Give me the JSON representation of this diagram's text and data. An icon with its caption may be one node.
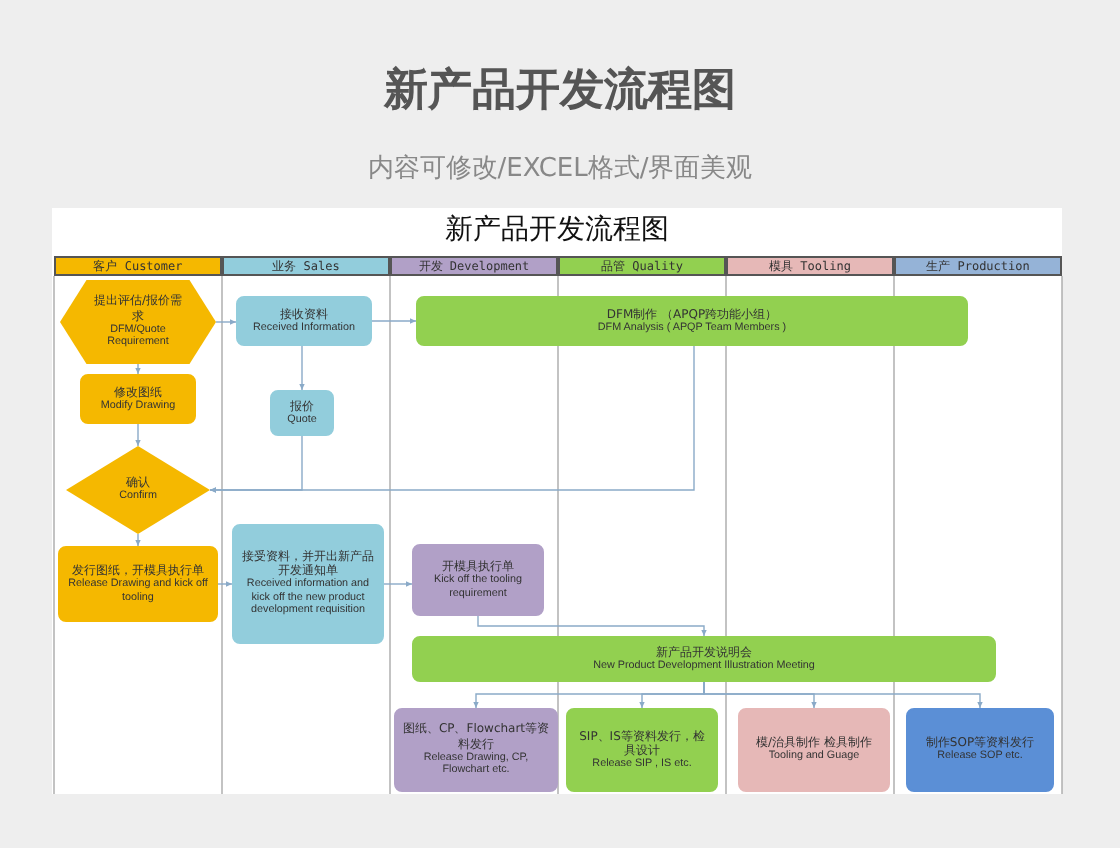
{
  "diagram": {
    "title": "新产品开发流程图",
    "nodes": [
      {
        "text": [
          "提出评估/报价需求",
          "DFM/Quote Requirement"
        ]
      },
      {
        "text": [
          "接收资料",
          "Received Information"
        ]
      },
      {
        "text": [
          "DFM制作 （APQP跨功能小组）",
          "DFM Analysis ( APQP Team Members )"
        ]
      },
      {
        "text": [
          "修改图纸",
          "Modify Drawing"
        ]
      },
      {
        "text": [
          "报价",
          "Quote"
        ]
      },
      {
        "text": [
          "确认",
          "Confirm"
        ]
      },
      {
        "text": [
          "发行图纸，开模具执行单",
          "Release Drawing and kick off tooling"
        ]
      },
      {
        "text": [
          "接受资料，并开出新产品开发通知单",
          "Received information and kick off the new product development requisition"
        ]
      },
      {
        "text": [
          "开模具执行单",
          "Kick off the tooling requirement"
        ]
      },
      {
        "text": [
          "新产品开发说明会",
          "New Product Development Illustration Meeting"
        ]
      },
      {
        "text": [
          "图纸、CP、Flowchart等资料发行",
          "Release Drawing, CP, Flowchart etc."
        ]
      },
      {
        "text": [
          "SIP、IS等资料发行，检具设计",
          "Release SIP , IS etc."
        ]
      },
      {
        "text": [
          "模/治具制作 检具制作",
          "Tooling and Guage"
        ]
      },
      {
        "text": [
          "制作SOP等资料发行",
          "Release SOP etc."
        ]
      }
    ],
    "edges": [
      {
        "from": 0,
        "to": 1,
        "arrow": "to"
      },
      {
        "from": 1,
        "to": 2,
        "arrow": "to"
      },
      {
        "from": 0,
        "to": 3,
        "arrow": "to"
      },
      {
        "from": 1,
        "to": 4,
        "arrow": "to"
      },
      {
        "from": 3,
        "to": 5,
        "arrow": "to"
      },
      {
        "from": 4,
        "to": 5,
        "arrow": "to"
      },
      {
        "from": 2,
        "to": 5,
        "arrow": "to"
      },
      {
        "from": 5,
        "to": 6,
        "arrow": "to"
      },
      {
        "from": 6,
        "to": 7,
        "arrow": "to"
      },
      {
        "from": 7,
        "to": 8,
        "arrow": "to"
      },
      {
        "from": 8,
        "to": 9,
        "arrow": "to"
      },
      {
        "from": 9,
        "to": 10,
        "arrow": "to"
      },
      {
        "from": 9,
        "to": 11,
        "arrow": "to"
      },
      {
        "from": 9,
        "to": 12,
        "arrow": "to"
      },
      {
        "from": 9,
        "to": 13,
        "arrow": "to"
      }
    ],
    "labels": [
      "内容可修改/EXCEL格式/界面美观",
      "新产品开发流程图",
      "客户 Customer",
      "业务 Sales",
      "开发 Development",
      "品管 Quality",
      "模具 Tooling",
      "生产 Production"
    ]
  }
}
